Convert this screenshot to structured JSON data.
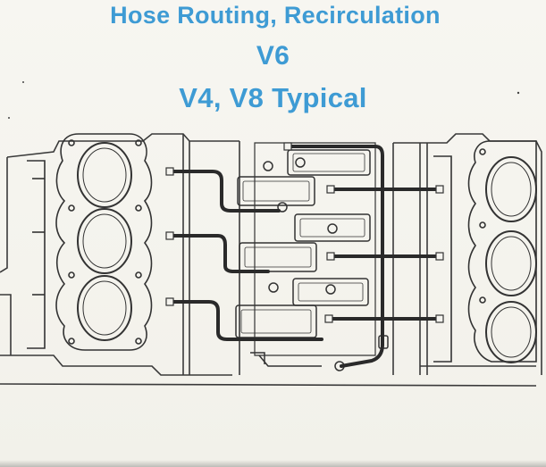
{
  "titles": {
    "line1": "Hose Routing, Recirculation",
    "line2": "V6",
    "line3": "V4, V8 Typical"
  },
  "colors": {
    "title": "#3e9bd4",
    "line_art": "#3a3a3a",
    "hose": "#2a2a2a",
    "paper": "#f4f3ee"
  }
}
